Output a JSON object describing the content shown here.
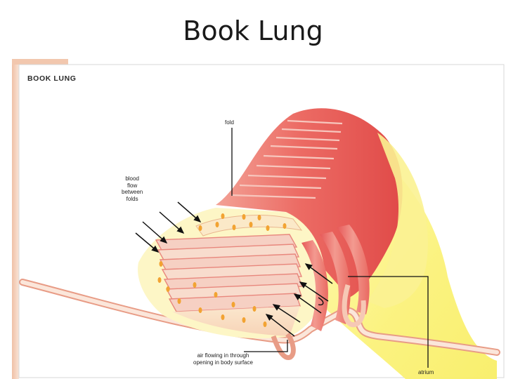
{
  "slide": {
    "title": "Book Lung"
  },
  "figure": {
    "title": "BOOK LUNG",
    "labels": {
      "fold": "fold",
      "blood_flow": [
        "blood",
        "flow",
        "between",
        "folds"
      ],
      "air_flow": [
        "air flowing in through",
        "opening in body surface"
      ],
      "atrium": "atrium"
    }
  },
  "colors": {
    "lamella": "#e8827c",
    "lamella_dark": "#d9534f",
    "body_yellow": "#fbf48a",
    "body_cream": "#fdf6c8",
    "chamber_pink": "#f4c9b0",
    "dots": "#f2a332",
    "arrows": "#111111",
    "frame_edge": "#e9b8a0"
  }
}
